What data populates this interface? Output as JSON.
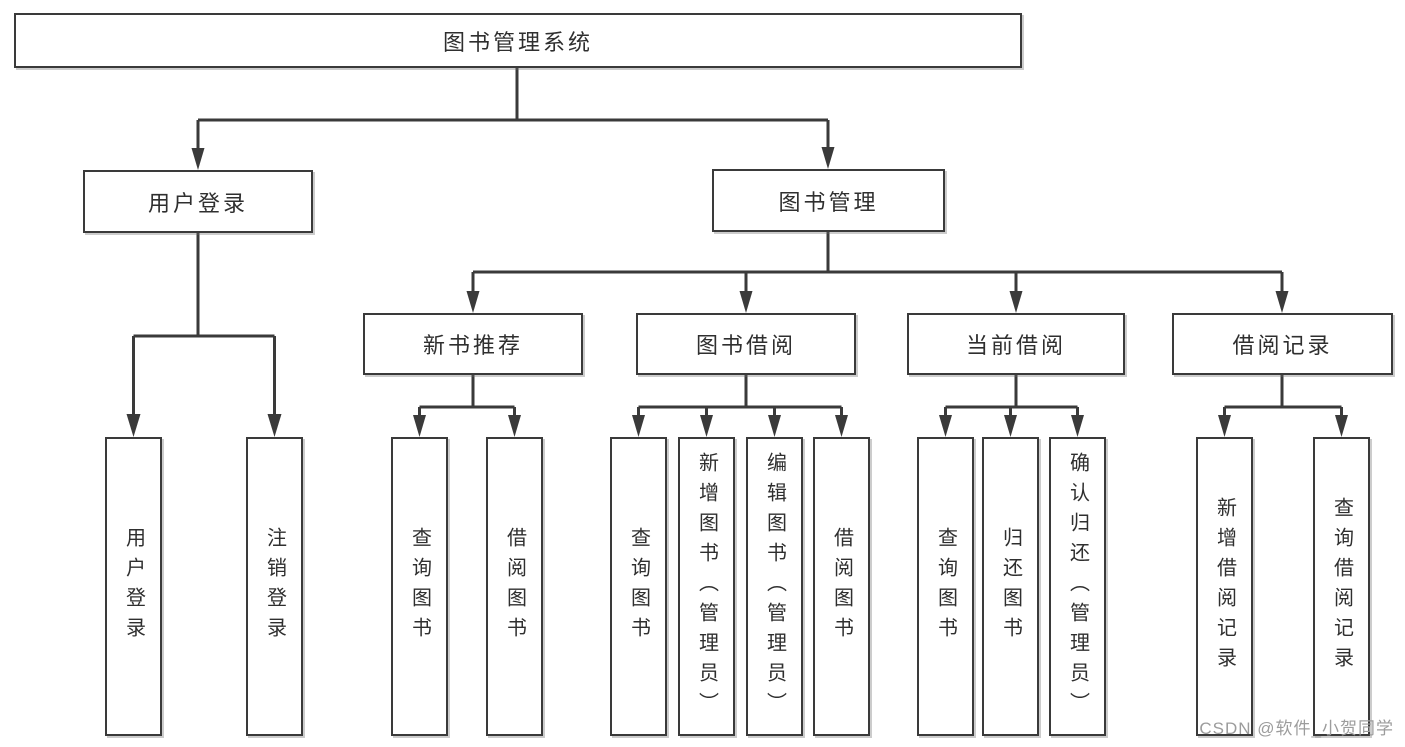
{
  "root": {
    "label": "图书管理系统"
  },
  "tree": {
    "user_login": {
      "label": "用户登录",
      "children": [
        {
          "label": "用户登录"
        },
        {
          "label": "注销登录"
        }
      ]
    },
    "book_mgmt": {
      "label": "图书管理",
      "children": [
        {
          "label": "新书推荐",
          "children": [
            {
              "label": "查询图书"
            },
            {
              "label": "借阅图书"
            }
          ]
        },
        {
          "label": "图书借阅",
          "children": [
            {
              "label": "查询图书"
            },
            {
              "label": "新增图书（管理员）"
            },
            {
              "label": "编辑图书（管理员）"
            },
            {
              "label": "借阅图书"
            }
          ]
        },
        {
          "label": "当前借阅",
          "children": [
            {
              "label": "查询图书"
            },
            {
              "label": "归还图书"
            },
            {
              "label": "确认归还（管理员）"
            }
          ]
        },
        {
          "label": "借阅记录",
          "children": [
            {
              "label": "新增借阅记录"
            },
            {
              "label": "查询借阅记录"
            }
          ]
        }
      ]
    }
  },
  "watermark": "CSDN @软件_小贺同学",
  "colors": {
    "line": "#3a3a3a",
    "text": "#2f2f2f",
    "watermark": "#9c9c9c",
    "background": "#ffffff"
  }
}
